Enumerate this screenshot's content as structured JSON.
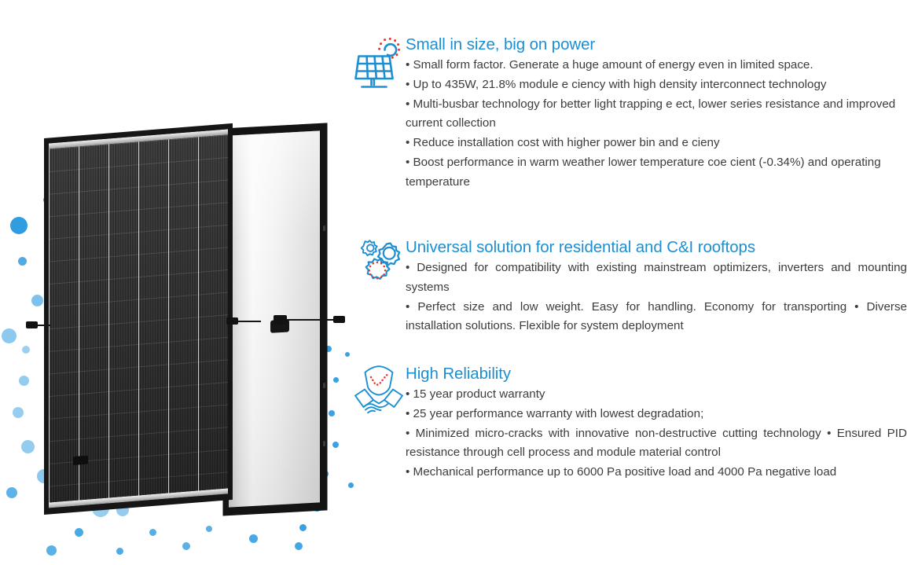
{
  "product_image": {
    "alt": "Bifacial solar module, front dark cell panel and rear white backsheet panel",
    "front_panel": {
      "name": "front-solar-module",
      "cell_columns": 6,
      "cell_rows": 16
    },
    "rear_panel": {
      "name": "rear-solar-module"
    },
    "accent_dot_color": "#2f9de0"
  },
  "colors": {
    "heading_blue": "#1b8fd2",
    "body_gray": "#3c3c3c",
    "icon_blue": "#1b8fd2",
    "icon_red": "#e8322c",
    "background": "#ffffff"
  },
  "features": [
    {
      "icon": "solar-panel-sun-icon",
      "title": "Small in size, big on power",
      "align": "left",
      "bullets": [
        "• Small form factor. Generate a huge amount of energy even in limited space.",
        "• Up to 435W, 21.8% module e ciency with high density interconnect technology",
        "• Multi-busbar technology for better light trapping e ect, lower series resistance and improved current collection",
        "• Reduce installation cost with higher power bin and e cieny",
        "• Boost performance in warm weather lower temperature coe cient (-0.34%) and operating temperature"
      ]
    },
    {
      "icon": "gears-icon",
      "title": "Universal solution for residential and C&I rooftops",
      "align": "justify",
      "bullets": [
        "• Designed for compatibility with existing mainstream optimizers, inverters and mounting systems",
        "• Perfect size and low weight. Easy for handling. Economy for transporting • Diverse installation solutions. Flexible for system deployment"
      ]
    },
    {
      "icon": "shield-handshake-icon",
      "title": "High Reliability",
      "align": "justify",
      "bullets": [
        "• 15 year product warranty",
        "• 25 year performance warranty with lowest degradation;",
        "• Minimized micro-cracks with innovative non-destructive cutting technology • Ensured PID resistance through cell process and module material control",
        "• Mechanical performance up to 6000 Pa positive load and 4000 Pa negative load"
      ]
    }
  ]
}
